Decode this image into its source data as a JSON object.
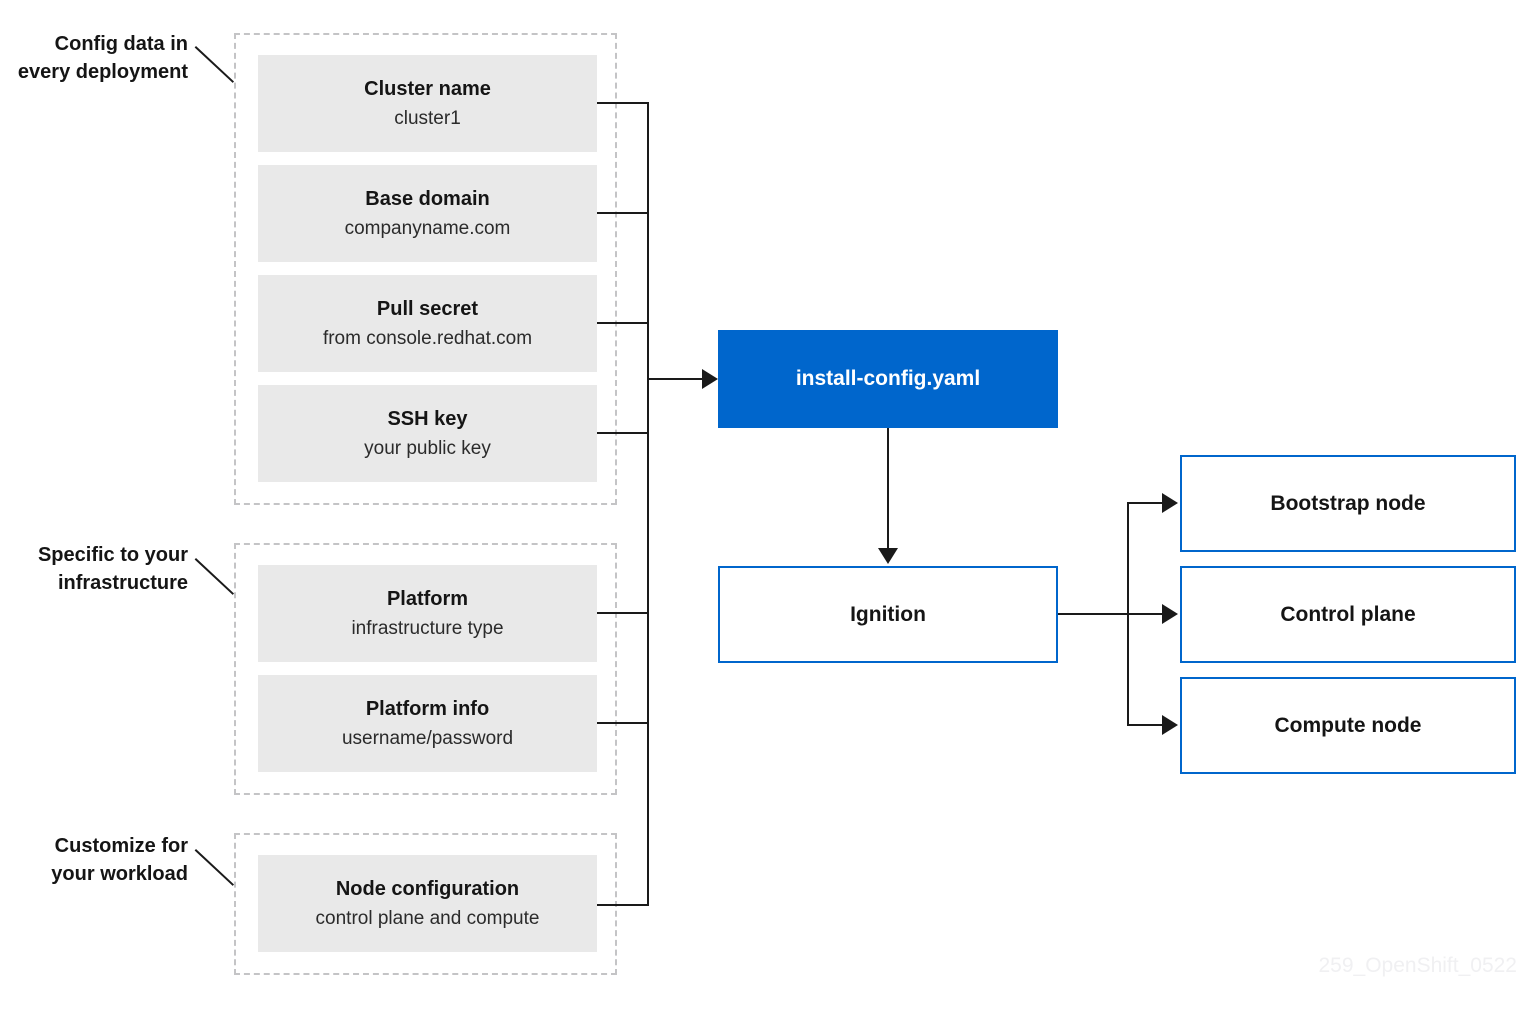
{
  "groups": [
    {
      "label_lines": [
        "Config data in",
        "every deployment"
      ],
      "items": [
        {
          "title": "Cluster name",
          "subtitle": "cluster1"
        },
        {
          "title": "Base domain",
          "subtitle": "companyname.com"
        },
        {
          "title": "Pull secret",
          "subtitle": "from console.redhat.com"
        },
        {
          "title": "SSH key",
          "subtitle": "your public key"
        }
      ]
    },
    {
      "label_lines": [
        "Specific to your",
        "infrastructure"
      ],
      "items": [
        {
          "title": "Platform",
          "subtitle": "infrastructure type"
        },
        {
          "title": "Platform info",
          "subtitle": "username/password"
        }
      ]
    },
    {
      "label_lines": [
        "Customize for",
        "your workload"
      ],
      "items": [
        {
          "title": "Node configuration",
          "subtitle": "control plane and compute"
        }
      ]
    }
  ],
  "center": {
    "install_config_label": "install-config.yaml",
    "ignition_label": "Ignition"
  },
  "outputs": [
    {
      "label": "Bootstrap node"
    },
    {
      "label": "Control plane"
    },
    {
      "label": "Compute node"
    }
  ],
  "watermark": "259_OpenShift_0522",
  "colors": {
    "accent_blue": "#0066cc",
    "box_gray": "#e9e9e9",
    "line_black": "#1a1a1a",
    "dashed_border_gray": "#c4c4c6",
    "title_text": "#151515",
    "subtitle_text": "#2b2b2b",
    "watermark_gray": "#f0f0f2"
  }
}
